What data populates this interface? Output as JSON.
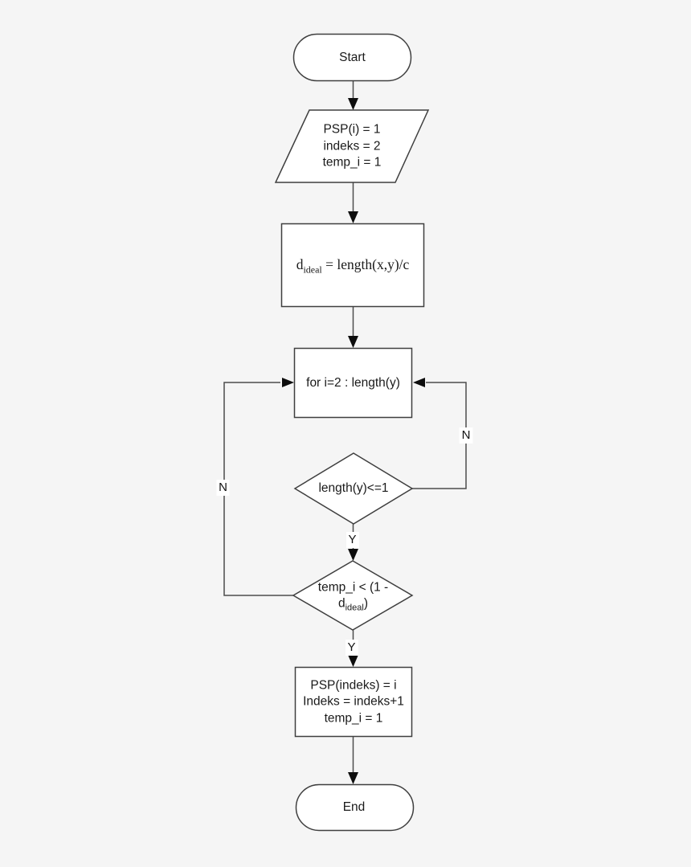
{
  "canvas": {
    "background": "#f5f5f5"
  },
  "colors": {
    "shape_fill": "#ffffff",
    "shape_stroke": "#3f3f3f",
    "connector": "#4d4d4d",
    "arrowhead": "#0d0d0d",
    "text": "#1a1a1a"
  },
  "nodes": {
    "start": {
      "shape": "terminator",
      "label": "Start"
    },
    "init": {
      "shape": "parallelogram-io",
      "lines": [
        "PSP(i) = 1",
        "indeks = 2",
        "temp_i = 1"
      ]
    },
    "compute_dideal": {
      "shape": "process",
      "base": "d",
      "subscript": "ideal",
      "rest": " = length(x,y)/c"
    },
    "for_loop": {
      "shape": "process",
      "label": "for i=2 : length(y)"
    },
    "decision_length": {
      "shape": "decision",
      "label": "length(y)<=1"
    },
    "decision_temp": {
      "shape": "decision",
      "line1": "temp_i < (1 -",
      "line2_base": "d",
      "line2_subscript": "ideal",
      "line2_close": ")"
    },
    "update": {
      "shape": "process",
      "lines": [
        "PSP(indeks) = i",
        "Indeks = indeks+1",
        "temp_i = 1"
      ]
    },
    "end": {
      "shape": "terminator",
      "label": "End"
    }
  },
  "edge_labels": {
    "decision_length_yes": "Y",
    "decision_length_no": "N",
    "decision_temp_yes": "Y",
    "decision_temp_no": "N"
  }
}
